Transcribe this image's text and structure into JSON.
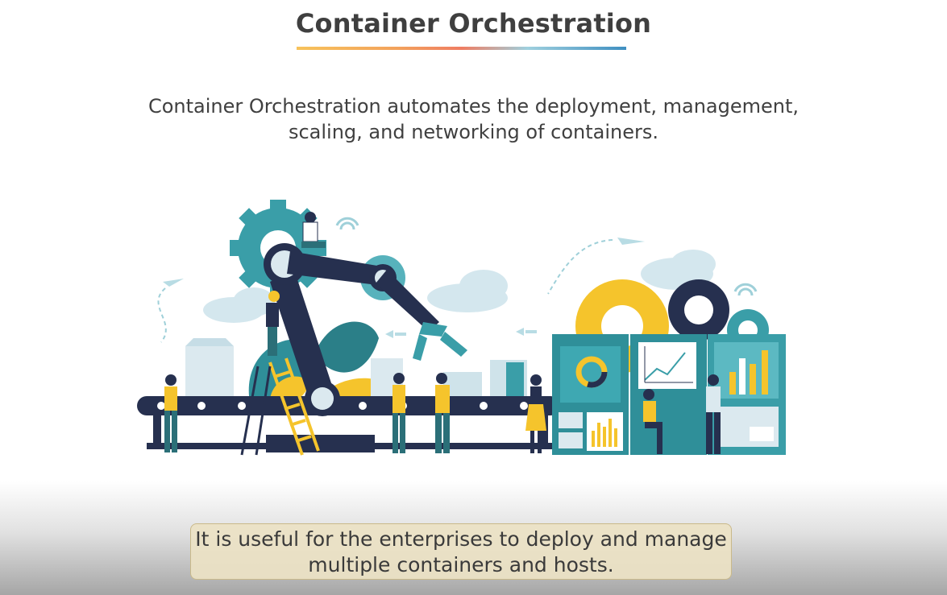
{
  "slide": {
    "title": "Container Orchestration",
    "description_line1": "Container Orchestration automates the deployment, management,",
    "description_line2": "scaling, and networking of containers.",
    "caption_line1": "It is useful for the enterprises to deploy and manage",
    "caption_line2": "multiple containers and hosts."
  },
  "colors": {
    "navy": "#26304f",
    "teal": "#3a9ea8",
    "light_teal": "#9fd0d9",
    "yellow": "#f5c42c",
    "pale_blue": "#dbe9ef",
    "cloud": "#d6e8ef"
  },
  "illustration": {
    "subject": "factory conveyor with robotic arm, gears, people and dashboards"
  }
}
